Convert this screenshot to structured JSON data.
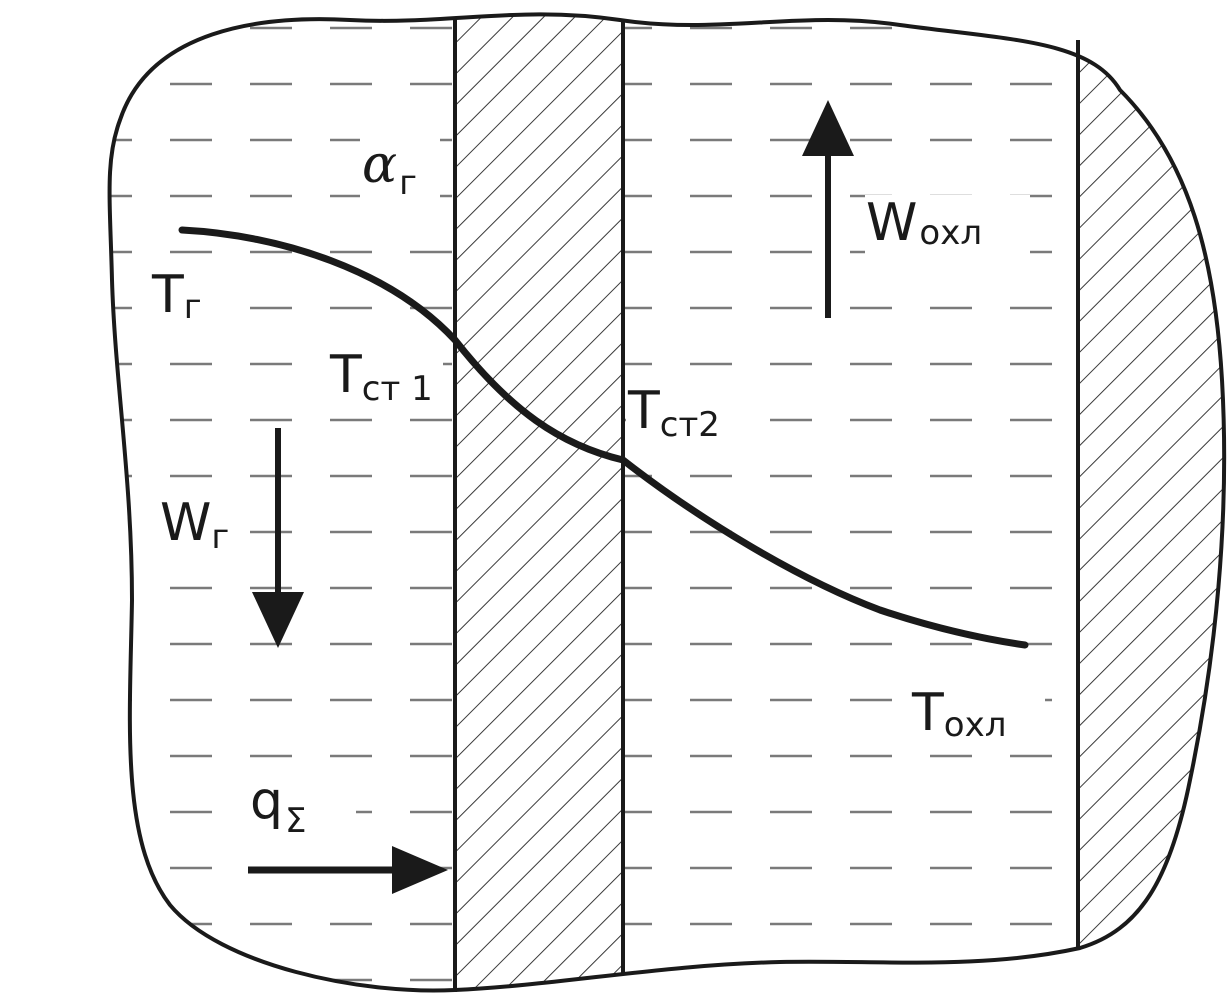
{
  "colors": {
    "ink": "#1a1a1a",
    "background": "#ffffff",
    "hatch": "#3a3a3a",
    "dash": "#7a7a7a"
  },
  "labels": {
    "alpha": {
      "main": "α",
      "sub": "г"
    },
    "t_gas": {
      "main": "T",
      "sub": "г"
    },
    "t_wall1": {
      "main": "T",
      "sub": "ст 1"
    },
    "t_wall2": {
      "main": "T",
      "sub": "ст2"
    },
    "t_cool": {
      "main": "T",
      "sub": "охл"
    },
    "w_gas": {
      "main": "W",
      "sub": "г"
    },
    "w_cool": {
      "main": "W",
      "sub": "охл"
    },
    "q_sum": {
      "main": "q",
      "sub": "Σ"
    }
  },
  "icons": {
    "gas_flow": "arrow-down-icon",
    "coolant_flow": "arrow-up-icon",
    "heat_flux": "arrow-right-icon"
  }
}
